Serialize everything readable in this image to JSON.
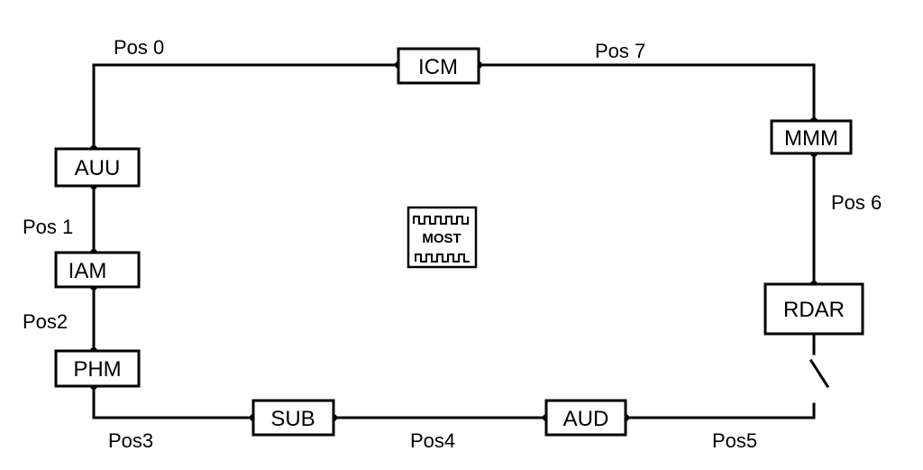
{
  "diagram": {
    "type": "ring-network",
    "nodes": [
      {
        "id": "icm",
        "label": "ICM"
      },
      {
        "id": "auu",
        "label": "AUU"
      },
      {
        "id": "iam",
        "label": "IAM"
      },
      {
        "id": "phm",
        "label": "PHM"
      },
      {
        "id": "sub",
        "label": "SUB"
      },
      {
        "id": "aud",
        "label": "AUD"
      },
      {
        "id": "rdar",
        "label": "RDAR"
      },
      {
        "id": "mmm",
        "label": "MMM"
      }
    ],
    "positions": {
      "pos0": "Pos 0",
      "pos1": "Pos 1",
      "pos2": "Pos2",
      "pos3": "Pos3",
      "pos4": "Pos4",
      "pos5": "Pos5",
      "pos6": "Pos 6",
      "pos7": "Pos 7"
    },
    "logo": {
      "text": "MOST"
    }
  }
}
